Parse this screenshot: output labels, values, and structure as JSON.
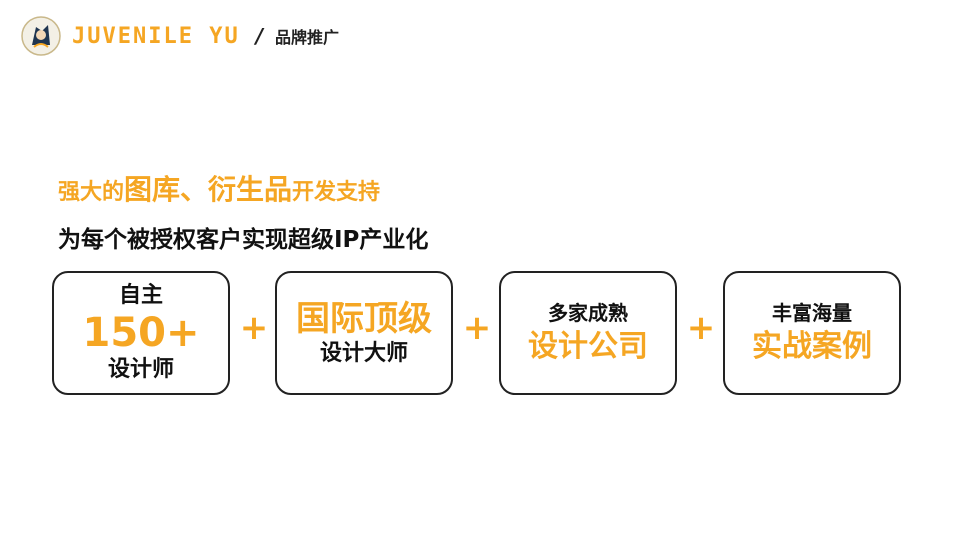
{
  "header": {
    "brand": "JUVENILE YU",
    "separator": "/",
    "section": "品牌推广",
    "logo_icon": "character-emblem-icon"
  },
  "headline": {
    "part1": "强大的",
    "part2": "图库、衍生品",
    "part3": "开发支持"
  },
  "subline": "为每个被授权客户实现超级IP产业化",
  "cards": [
    {
      "line1": "自主",
      "line2": "150+",
      "line3": "设计师"
    },
    {
      "line1": "国际顶级",
      "line2": "设计大师"
    },
    {
      "line1": "多家成熟",
      "line2": "设计公司"
    },
    {
      "line1": "丰富海量",
      "line2": "实战案例"
    }
  ],
  "plus_sign": "+",
  "colors": {
    "accent": "#f5a623",
    "text": "#111111",
    "border": "#222222"
  }
}
